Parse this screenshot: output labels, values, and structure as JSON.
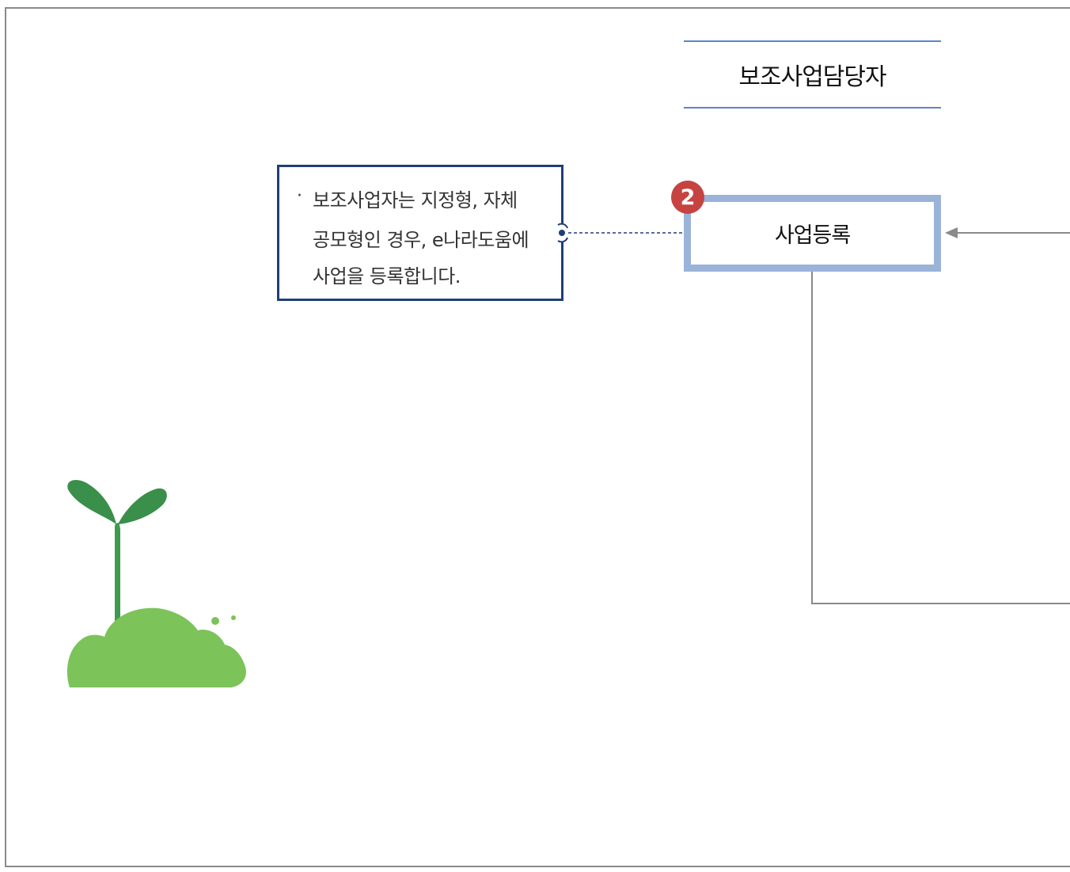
{
  "role_header": {
    "label": "보조사업담당자"
  },
  "step": {
    "number": "2",
    "label": "사업등록"
  },
  "note": {
    "bullet": "·",
    "lines": [
      "보조사업자는 지정형, 자체",
      "공모형인 경우, e나라도움에",
      "사업을 등록합니다."
    ]
  },
  "colors": {
    "frame": "#8a8a8a",
    "header_rule": "#5b87c0",
    "step_border": "#9ab3d9",
    "badge": "#c64342",
    "note_border": "#1f3f77",
    "connector": "#8a8a8a",
    "sprout_dark": "#3f9a4e",
    "sprout_light": "#7cc35a"
  },
  "icons": {
    "decoration": "sprout-illustration",
    "connector_end": "dashed-connector-dot"
  }
}
